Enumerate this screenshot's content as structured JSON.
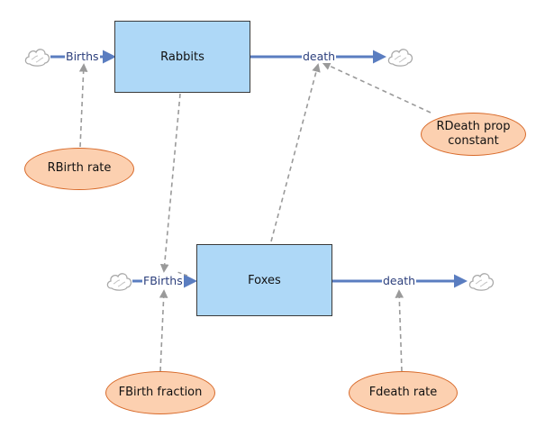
{
  "stocks": {
    "rabbits": "Rabbits",
    "foxes": "Foxes"
  },
  "flows": {
    "rabbit_births": "Births",
    "rabbit_death": "death",
    "fox_births": "FBirths",
    "fox_death": "death"
  },
  "auxiliaries": {
    "rbirth_rate": "RBirth rate",
    "rdeath_prop_constant_line1": "RDeath prop",
    "rdeath_prop_constant_line2": "constant",
    "fbirth_fraction": "FBirth fraction",
    "fdeath_rate": "Fdeath rate"
  },
  "icons": {
    "source_sink": "cloud-icon"
  },
  "colors": {
    "stock_fill": "#aed8f7",
    "aux_fill": "#fcd0b0",
    "aux_border": "#d86a2a",
    "flow_pipe": "#5a7dc0",
    "connector": "#9a9a9a"
  }
}
